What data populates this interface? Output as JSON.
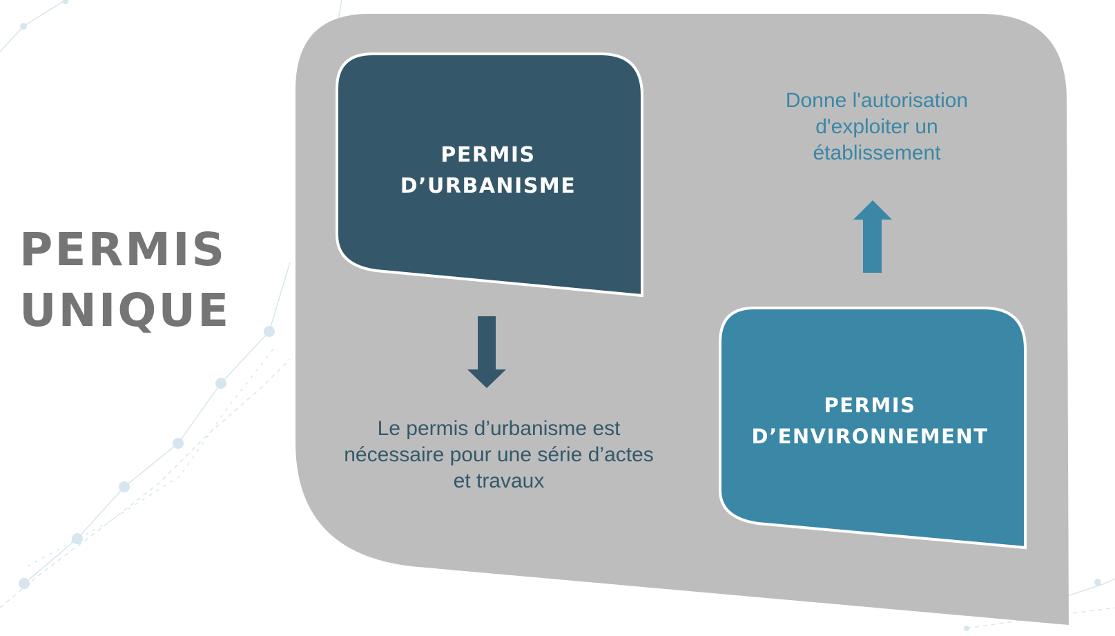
{
  "colors": {
    "panel": "#bdbdbd",
    "urbanisme": "#34586a",
    "environnement": "#3a87a6",
    "title": "#757575",
    "network": "#d6e6ee"
  },
  "title": {
    "line1": "PERMIS",
    "line2": "UNIQUE"
  },
  "urbanisme": {
    "title_line1": "PERMIS",
    "title_line2": "D’URBANISME",
    "desc_line1": "Le permis d’urbanisme est",
    "desc_line2": "nécessaire pour une série d’actes",
    "desc_line3": "et travaux"
  },
  "environnement": {
    "title_line1": "PERMIS",
    "title_line2": "D’ENVIRONNEMENT",
    "desc_line1": "Donne l'autorisation",
    "desc_line2": "d'exploiter un",
    "desc_line3": "établissement"
  },
  "icons": {
    "down_arrow": "arrow-down",
    "up_arrow": "arrow-up"
  }
}
